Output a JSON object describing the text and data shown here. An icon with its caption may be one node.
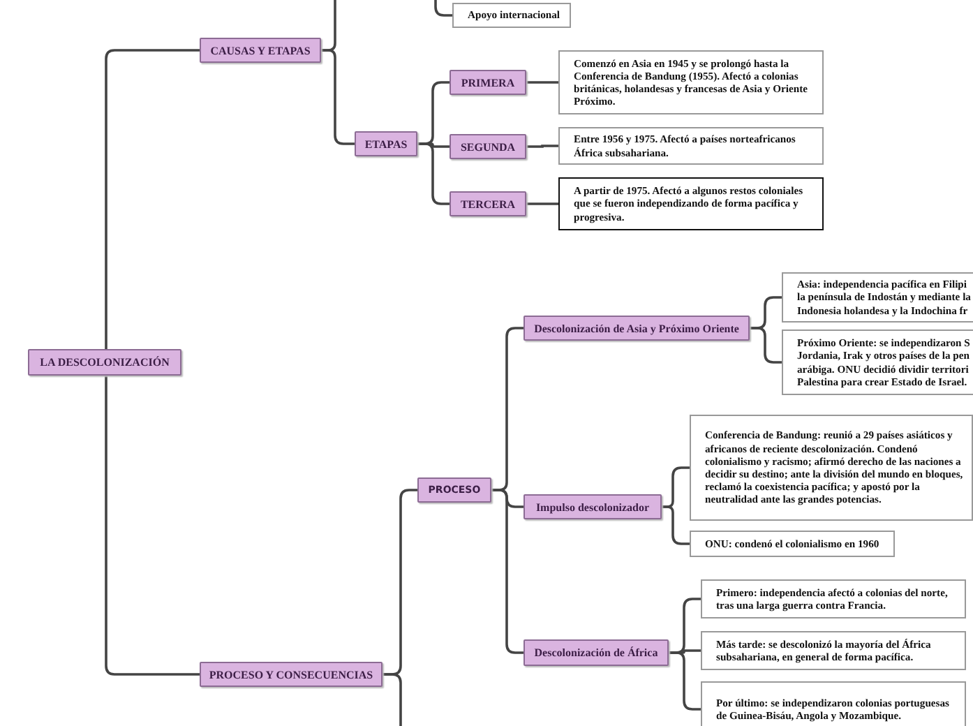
{
  "diagram": {
    "nodes": [
      {
        "text": [
          "LA  DESCOLONIZACIÓN"
        ]
      },
      {
        "text": [
          "CAUSAS Y ETAPAS"
        ]
      },
      {
        "text": [
          "Apoyo internacional"
        ]
      },
      {
        "text": [
          "ETAPAS"
        ]
      },
      {
        "text": [
          "PRIMERA"
        ]
      },
      {
        "text": [
          "Comenzó en Asia en 1945 y se prolongó hasta la Conferencia de Bandung (1955). Afectó a colonias británicas, holandesas y francesas de Asia y Oriente Próximo."
        ]
      },
      {
        "text": [
          "SEGUNDA"
        ]
      },
      {
        "text": [
          "Entre 1956 y 1975. Afectó a países norteafricanos África subsahariana."
        ]
      },
      {
        "text": [
          "TERCERA"
        ]
      },
      {
        "text": [
          "A partir de 1975. Afectó a algunos restos coloniales que se fueron independizando de forma pacífica y progresiva."
        ]
      },
      {
        "text": [
          "Descolonización de Asia y Próximo Oriente"
        ]
      },
      {
        "text": [
          "Asia: independencia pacífica en Filipi la península de Indostán y mediante la Indonesia holandesa y la Indochina fr"
        ]
      },
      {
        "text": [
          "Próximo Oriente: se independizaron S Jordania, Irak y otros países de la pen arábiga. ONU decidió dividir territori Palestina para crear Estado de Israel."
        ]
      },
      {
        "text": [
          "PROCESO"
        ]
      },
      {
        "text": [
          "Impulso descolonizador"
        ]
      },
      {
        "text": [
          "Conferencia de Bandung: reunió a 29 países asiáticos y africanos de reciente descolonización. Condenó colonialismo y racismo; afirmó derecho de las naciones a decidir su destino; ante la división del mundo en bloques, reclamó la coexistencia pacífica; y apostó por la neutralidad ante las grandes potencias."
        ]
      },
      {
        "text": [
          "ONU: condenó el colonialismo en 1960"
        ]
      },
      {
        "text": [
          "Descolonización de África"
        ]
      },
      {
        "text": [
          "Primero: independencia afectó a colonias del norte, tras una larga guerra contra Francia."
        ]
      },
      {
        "text": [
          "Más tarde: se descolonizó la mayoría del África subsahariana, en general de forma pacífica."
        ]
      },
      {
        "text": [
          "Por último: se independizaron colonias portuguesas de Guinea-Bisáu, Angola y Mozambique."
        ]
      },
      {
        "text": [
          "PROCESO Y CONSECUENCIAS"
        ]
      }
    ],
    "edges": [
      {
        "from": 0,
        "to": 1,
        "arrow": "none"
      },
      {
        "from": 0,
        "to": 21,
        "arrow": "none"
      },
      {
        "from": 1,
        "to": null,
        "arrow": "none"
      },
      {
        "from": null,
        "to": 2,
        "arrow": "none"
      },
      {
        "from": 1,
        "to": 3,
        "arrow": "none"
      },
      {
        "from": 3,
        "to": 4,
        "arrow": "none"
      },
      {
        "from": 3,
        "to": 6,
        "arrow": "none"
      },
      {
        "from": 3,
        "to": 8,
        "arrow": "none"
      },
      {
        "from": 4,
        "to": 5,
        "arrow": "none"
      },
      {
        "from": 6,
        "to": 7,
        "arrow": "none"
      },
      {
        "from": 8,
        "to": 9,
        "arrow": "none"
      },
      {
        "from": 21,
        "to": 13,
        "arrow": "none"
      },
      {
        "from": 21,
        "to": null,
        "arrow": "none"
      },
      {
        "from": 13,
        "to": 10,
        "arrow": "none"
      },
      {
        "from": 13,
        "to": 14,
        "arrow": "none"
      },
      {
        "from": 13,
        "to": 17,
        "arrow": "none"
      },
      {
        "from": 10,
        "to": 11,
        "arrow": "none"
      },
      {
        "from": 10,
        "to": 12,
        "arrow": "none"
      },
      {
        "from": 14,
        "to": 15,
        "arrow": "none"
      },
      {
        "from": 14,
        "to": 16,
        "arrow": "none"
      },
      {
        "from": 17,
        "to": 18,
        "arrow": "none"
      },
      {
        "from": 17,
        "to": 19,
        "arrow": "none"
      },
      {
        "from": 17,
        "to": 20,
        "arrow": "none"
      }
    ]
  }
}
